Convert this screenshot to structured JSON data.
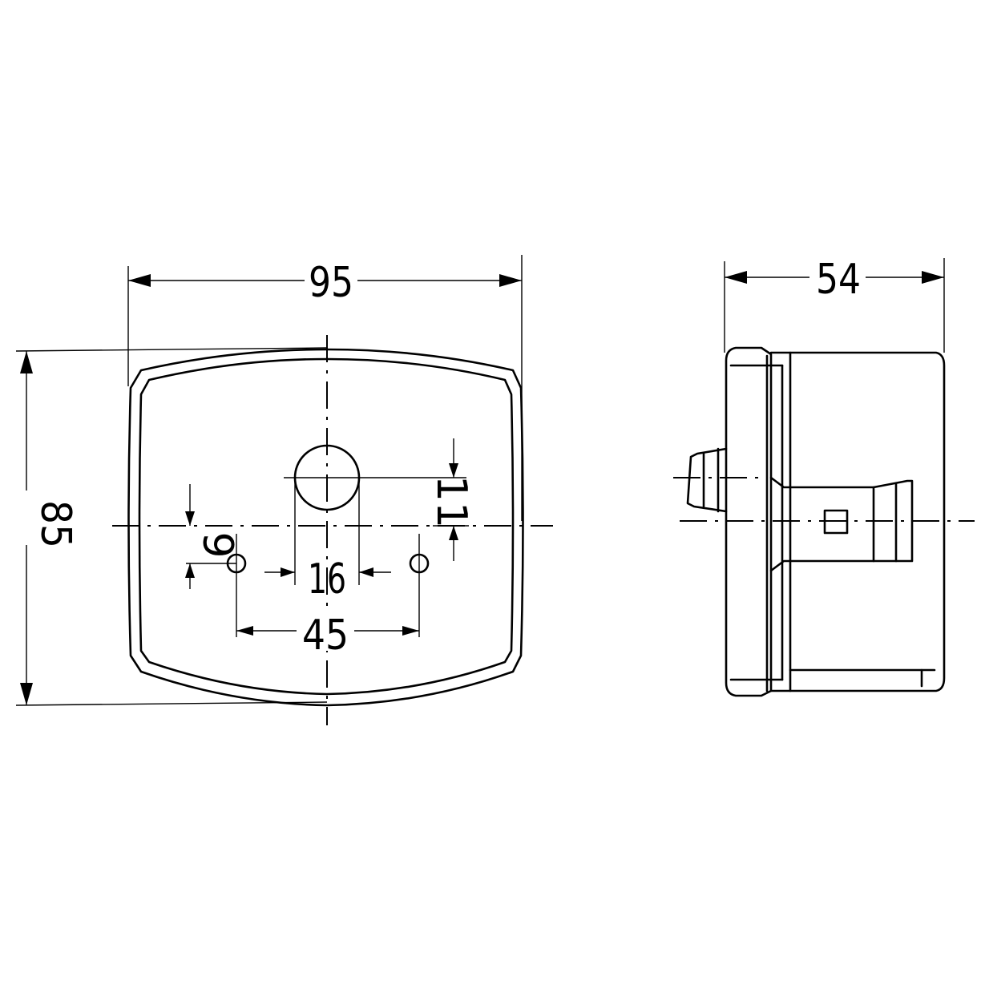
{
  "dimensions": {
    "width": "95",
    "height": "85",
    "depth": "54",
    "hole_spacing": "45",
    "center_hole": "16",
    "offset_left": "9",
    "offset_right": "11"
  }
}
